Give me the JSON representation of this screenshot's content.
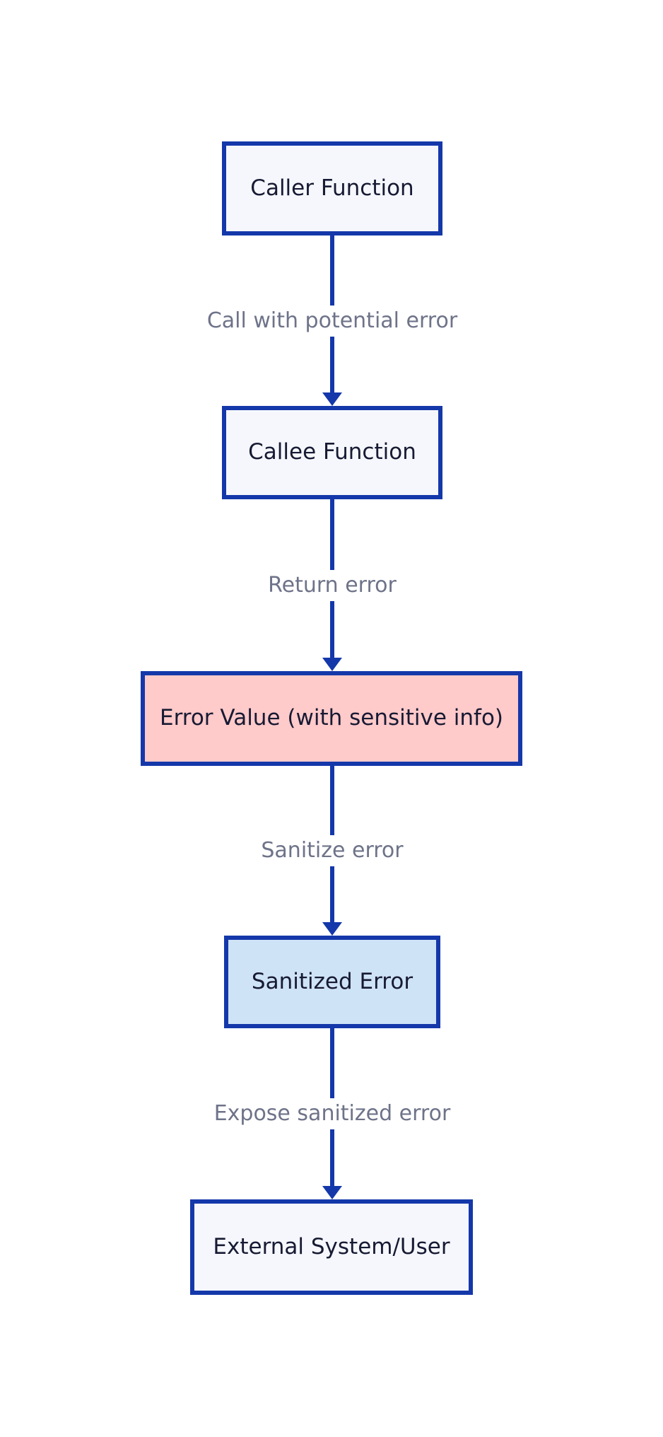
{
  "diagram": {
    "type": "flowchart-top-down",
    "colors": {
      "edge": "#1438aa",
      "node_border": "#1438aa",
      "node_fill_default": "#f5f7fc",
      "node_fill_error": "#ffcaca",
      "node_fill_sanitized": "#cfe3f7",
      "node_text": "#171a33",
      "edge_label": "#6e7389",
      "background": "#ffffff"
    },
    "nodes": [
      {
        "id": "caller",
        "label": "Caller Function",
        "fill": "default"
      },
      {
        "id": "callee",
        "label": "Callee Function",
        "fill": "default"
      },
      {
        "id": "error",
        "label": "Error Value (with sensitive info)",
        "fill": "error"
      },
      {
        "id": "sanitized",
        "label": "Sanitized Error",
        "fill": "sanitized"
      },
      {
        "id": "external",
        "label": "External System/User",
        "fill": "default"
      }
    ],
    "edges": [
      {
        "from": "caller",
        "to": "callee",
        "label": "Call with potential error"
      },
      {
        "from": "callee",
        "to": "error",
        "label": "Return error"
      },
      {
        "from": "error",
        "to": "sanitized",
        "label": "Sanitize error"
      },
      {
        "from": "sanitized",
        "to": "external",
        "label": "Expose sanitized error"
      }
    ]
  }
}
